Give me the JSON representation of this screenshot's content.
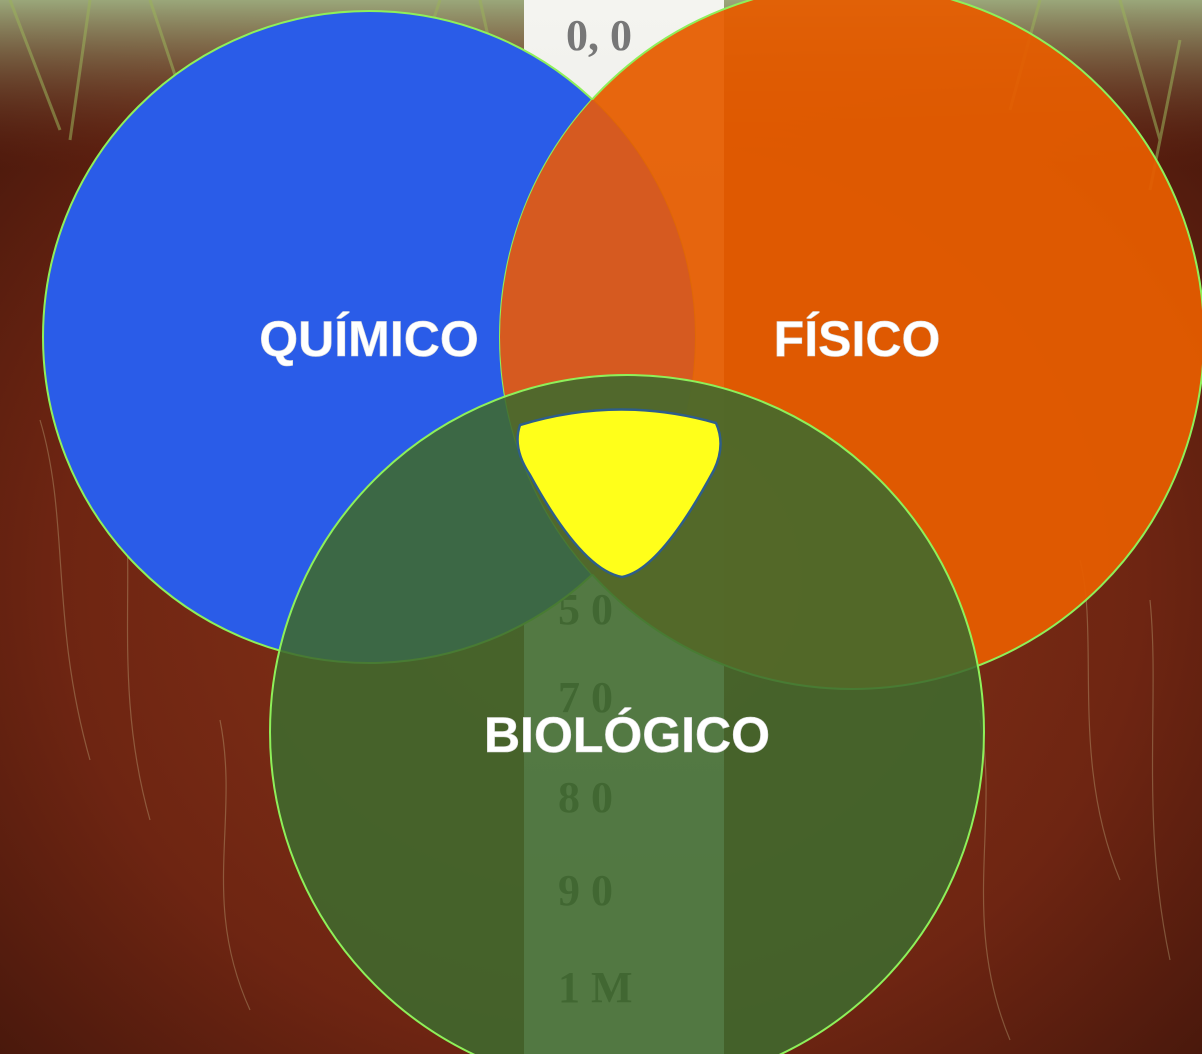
{
  "diagram": {
    "type": "venn",
    "sets": [
      {
        "id": "quimico",
        "label": "QUÍMICO",
        "color": "#2a5ce8"
      },
      {
        "id": "fisico",
        "label": "FÍSICO",
        "color": "#e65c00"
      },
      {
        "id": "biologico",
        "label": "BIOLÓGICO",
        "color": "#3f6a2e"
      }
    ],
    "intersection": {
      "sets": [
        "quimico",
        "fisico",
        "biologico"
      ],
      "color": "#ffff1a"
    },
    "outline_color": "#8ef05a",
    "label_color": "#ffffff"
  },
  "background": {
    "description_color_soil": "#7a2c17",
    "ruler_marks": [
      "0, 0",
      "5 0",
      "7 0",
      "8 0",
      "9 0",
      "1 M"
    ]
  }
}
